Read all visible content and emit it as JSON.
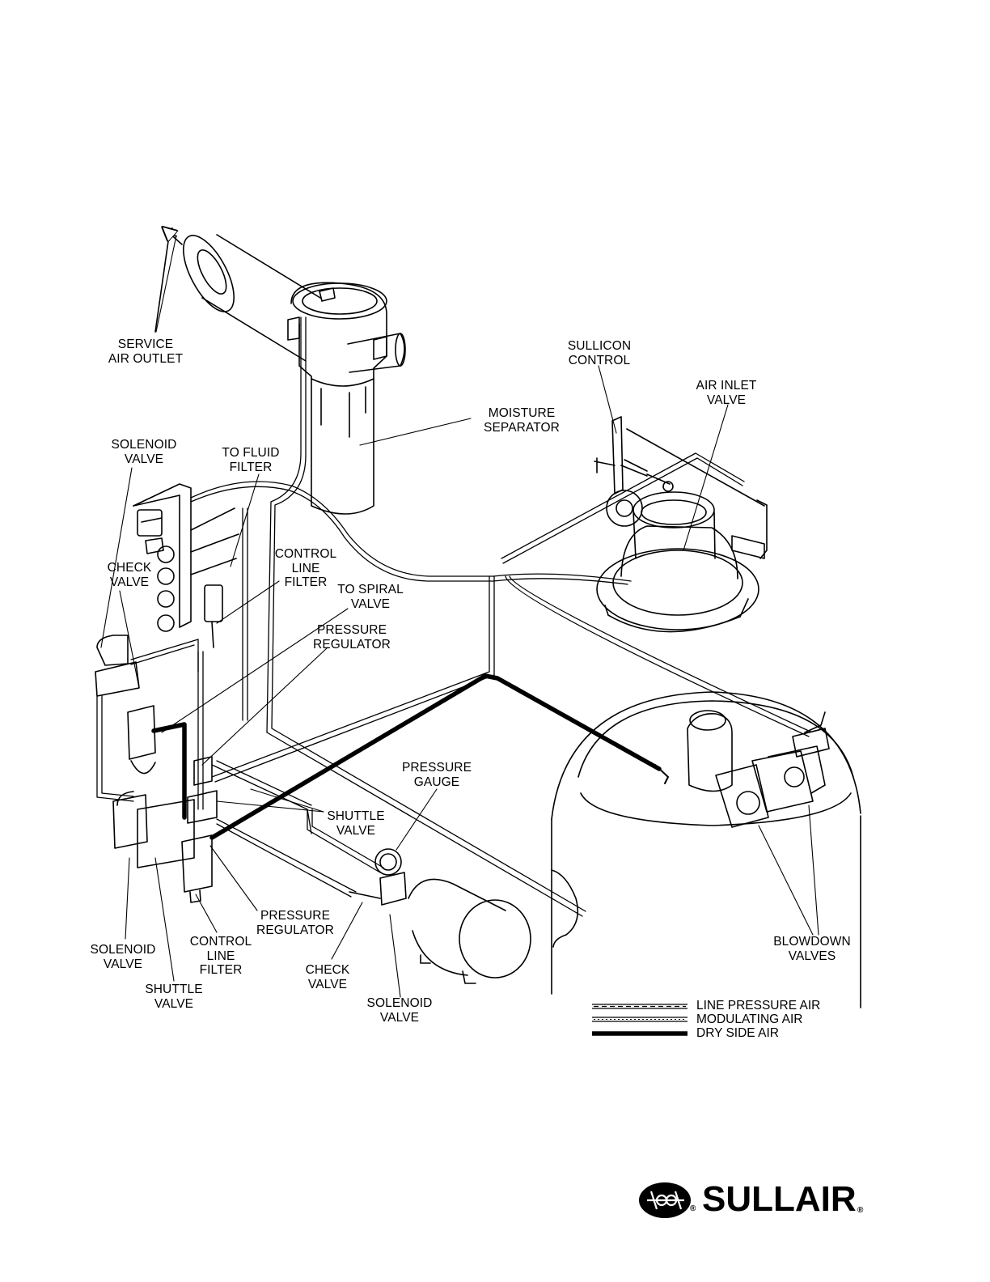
{
  "labels": {
    "service_air_outlet": "SERVICE\nAIR OUTLET",
    "sullicon_control": "SULLICON\nCONTROL",
    "air_inlet_valve": "AIR INLET\nVALVE",
    "moisture_separator": "MOISTURE\nSEPARATOR",
    "solenoid_valve_top": "SOLENOID\nVALVE",
    "to_fluid_filter": "TO FLUID\nFILTER",
    "check_valve_top": "CHECK\nVALVE",
    "control_line_filter_top": "CONTROL\nLINE\nFILTER",
    "to_spiral_valve": "TO SPIRAL\nVALVE",
    "pressure_regulator_top": "PRESSURE\nREGULATOR",
    "pressure_gauge": "PRESSURE\nGAUGE",
    "shuttle_valve_mid": "SHUTTLE\nVALVE",
    "pressure_regulator_bottom": "PRESSURE\nREGULATOR",
    "control_line_filter_bottom": "CONTROL\nLINE\nFILTER",
    "solenoid_valve_left": "SOLENOID\nVALVE",
    "check_valve_bottom": "CHECK\nVALVE",
    "shuttle_valve_bottom": "SHUTTLE\nVALVE",
    "solenoid_valve_bottom": "SOLENOID\nVALVE",
    "blowdown_valves": "BLOWDOWN\nVALVES"
  },
  "legend": [
    {
      "label": "LINE PRESSURE AIR",
      "style": "line-pressure"
    },
    {
      "label": "MODULATING AIR",
      "style": "modulating"
    },
    {
      "label": "DRY SIDE AIR",
      "style": "dry-side"
    }
  ],
  "logo": {
    "brand": "SULLAIR",
    "mark": "®"
  }
}
